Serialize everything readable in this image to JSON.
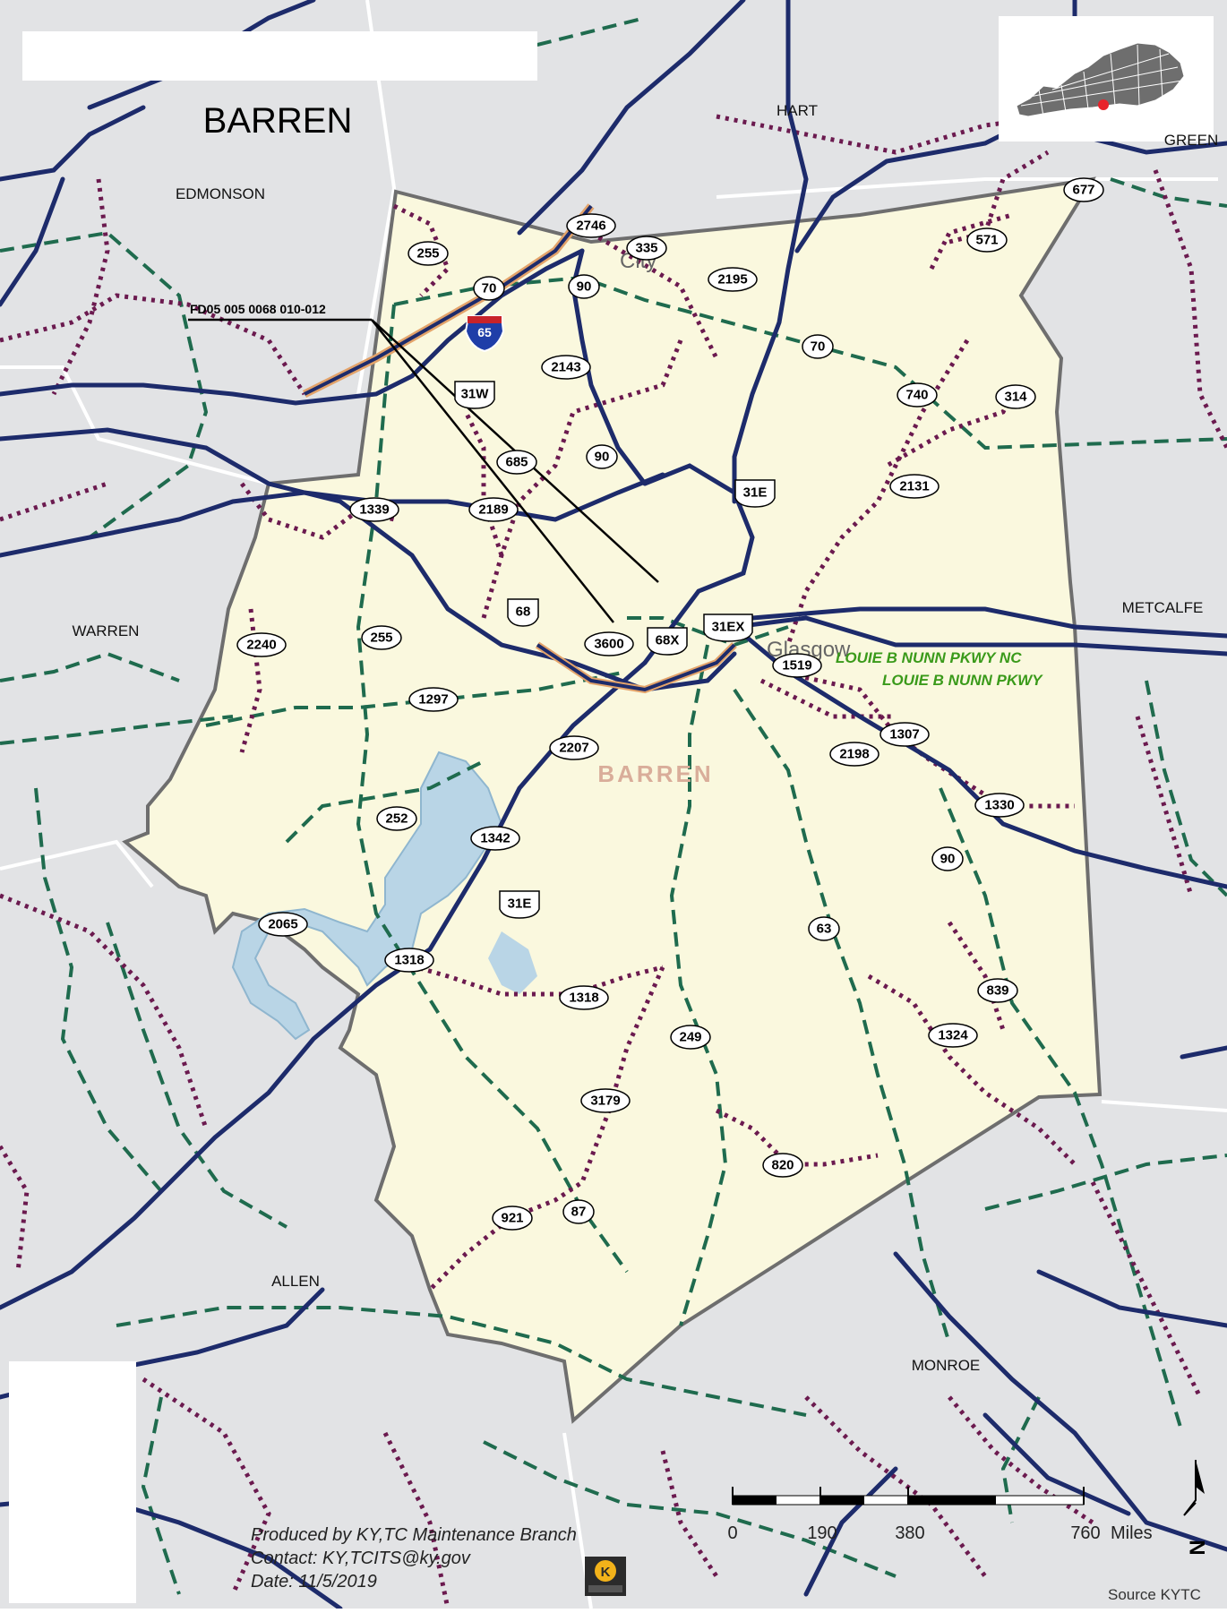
{
  "title": "BARREN",
  "inset_map": "Kentucky locator map",
  "county_center_label": "BARREN",
  "city_labels": {
    "glasgow": "Glasgow",
    "cave_city": "City"
  },
  "neighbor_counties": {
    "edmonson": "EDMONSON",
    "hart": "HART",
    "green": "GREEN",
    "metcalfe": "METCALFE",
    "warren": "WARREN",
    "allen": "ALLEN",
    "monroe": "MONROE"
  },
  "callout": {
    "label": "FD05 005 0068 010-012"
  },
  "parkways": {
    "nc": "LOUIE B NUNN PKWY NC",
    "main": "LOUIE B NUNN PKWY"
  },
  "route_shields": {
    "r2746": "2746",
    "r335": "335",
    "r255n": "255",
    "r70n": "70",
    "r90n": "90",
    "r2195": "2195",
    "r571": "571",
    "r677": "677",
    "r65": "65",
    "r2143": "2143",
    "r31w": "31W",
    "r70e": "70",
    "r740": "740",
    "r314": "314",
    "r685": "685",
    "r90c": "90",
    "r31e_n": "31E",
    "r2131": "2131",
    "r1339": "1339",
    "r2189": "2189",
    "r68": "68",
    "r68x": "68X",
    "r3600": "3600",
    "r31ex": "31EX",
    "r1519": "1519",
    "r2240": "2240",
    "r255s": "255",
    "r1297": "1297",
    "r2207": "2207",
    "r1307": "1307",
    "r2198": "2198",
    "r1330": "1330",
    "r252": "252",
    "r1342": "1342",
    "r90s": "90",
    "r31e_s": "31E",
    "r63": "63",
    "r2065": "2065",
    "r1318w": "1318",
    "r1318": "1318",
    "r839": "839",
    "r249": "249",
    "r1324": "1324",
    "r3179": "3179",
    "r820": "820",
    "r87": "87",
    "r921": "921"
  },
  "scale_bar": {
    "ticks": [
      "0",
      "190",
      "380",
      "760"
    ],
    "unit": "Miles"
  },
  "north_arrow": "N",
  "footer": {
    "line1": "Produced by KY,TC Maintenance Branch",
    "line2": "Contact: KY,TCITS@ky.gov",
    "line3": "Date: 11/5/2019"
  },
  "source": "Source KYTC",
  "colors": {
    "background": "#e2e3e5",
    "county_fill": "#faf8de",
    "county_border": "#6e6e6e",
    "us_route": "#1d2b6b",
    "state_route_primary": "#1f6b4e",
    "state_route_secondary": "#6b1a4f",
    "lake": "#b9d5e6",
    "parkway_label": "#3a9a1a"
  }
}
